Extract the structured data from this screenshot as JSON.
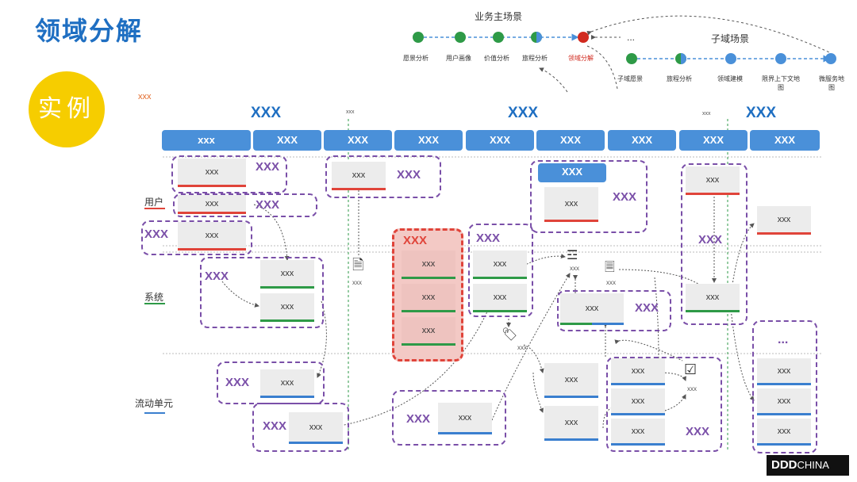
{
  "title": "领域分解",
  "badge": "实例",
  "corner_label": "xxx",
  "column_groups": [
    {
      "label": "XXX"
    },
    {
      "label": "XXX"
    },
    {
      "label": "XXX"
    }
  ],
  "small_markers": [
    "xxx",
    "xxx"
  ],
  "header_cells": [
    "xxx",
    "XXX",
    "XXX",
    "XXX",
    "XXX",
    "XXX",
    "XXX",
    "XXX",
    "XXX"
  ],
  "lanes": [
    {
      "label": "用户",
      "color": "#e0443a"
    },
    {
      "label": "系统",
      "color": "#2e9a47"
    },
    {
      "label": "流动单元",
      "color": "#3a7fcf"
    }
  ],
  "process": {
    "main_title": "业务主场景",
    "sub_title": "子域场景",
    "ellipsis": "...",
    "main_steps": [
      "愿景分析",
      "用户画像",
      "价值分析",
      "旅程分析"
    ],
    "current_step": "领域分解",
    "sub_steps": [
      "子域愿景",
      "旅程分析",
      "领域建模",
      "限界上下文地图",
      "微服务地图"
    ]
  },
  "card_text": "xxx",
  "card_text_upper": "XXX",
  "purple_label": "XXX",
  "red_label": "XXX",
  "icon_label": "xxx",
  "ellipsis": "...",
  "logo": {
    "bold": "DDD",
    "thin": "CHINA"
  },
  "colors": {
    "blue": "#4a90d9",
    "purple": "#7a4fa8",
    "red": "#e0443a",
    "green": "#2e9a47",
    "yellow": "#f6cd00"
  }
}
